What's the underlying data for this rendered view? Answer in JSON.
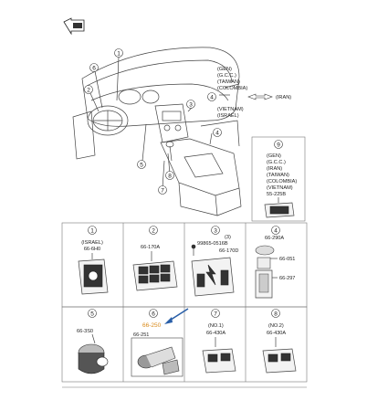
{
  "overview": {
    "callouts": [
      "1",
      "2",
      "3",
      "4",
      "5",
      "6",
      "7",
      "8"
    ],
    "market_note": {
      "lines": [
        "(GEN)",
        "(G.C.C.)",
        "(TAIWAN)",
        "(COLOMBIA)",
        "(VIETNAM)",
        "(ISRAEL)"
      ],
      "alt_label": "(IRAN)"
    },
    "detail_box": {
      "number": "9",
      "lines": [
        "(GEN)",
        "(G.C.C.)",
        "(IRAN)",
        "(TAIWAN)",
        "(COLOMBIA)",
        "(VIETNAM)"
      ],
      "part": "55-225B"
    }
  },
  "grid": {
    "cells": [
      {
        "number": "1",
        "market": "(ISRAEL)",
        "part": "66-6H0"
      },
      {
        "number": "2",
        "part": "66-170A"
      },
      {
        "number": "3",
        "part_screw": "99865-0516B",
        "screw_qty": "(3)",
        "part": "66-170D"
      },
      {
        "number": "4",
        "part_top": "66-290A",
        "part_mid": "66-051",
        "part_low": "66-297"
      },
      {
        "number": "5",
        "part": "66-3S0"
      },
      {
        "number": "6",
        "part_highlight": "66-250",
        "part_sub": "66-251"
      },
      {
        "number": "7",
        "note": "(NO.1)",
        "part": "66-430A"
      },
      {
        "number": "8",
        "note": "(NO.2)",
        "part": "66-430A"
      }
    ]
  },
  "colors": {
    "highlight": "#d98a1a",
    "arrow": "#2a5fa8",
    "line": "#444444"
  }
}
